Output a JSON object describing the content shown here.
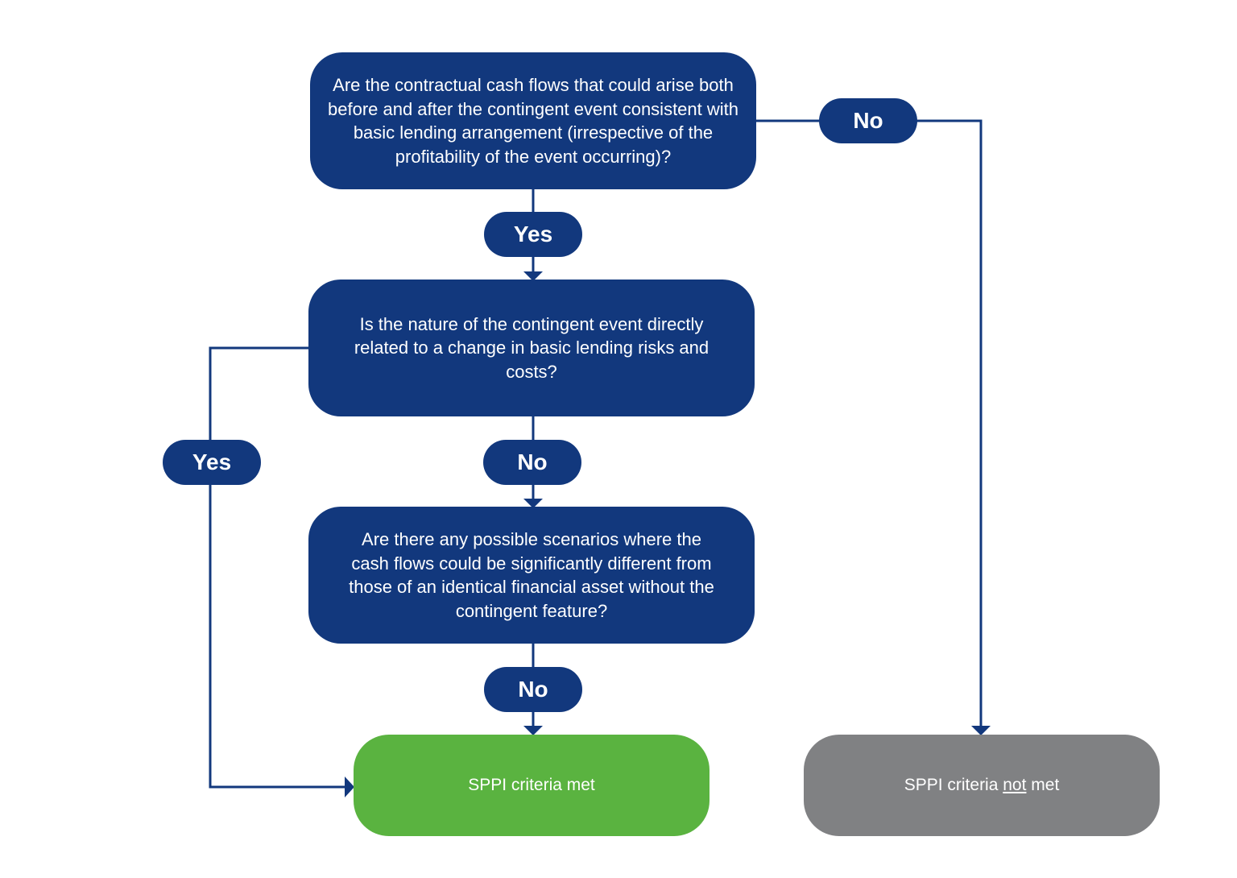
{
  "colors": {
    "node": "#12387d",
    "line": "#12387d",
    "met": "#5ab340",
    "not_met": "#808183",
    "text": "#ffffff"
  },
  "questions": {
    "q1": "Are the contractual cash flows that could arise both before and after the contingent event consistent with basic lending arrangement (irrespective of the profitability of the event occurring)?",
    "q2": "Is the nature of the contingent event directly related to a change in basic lending risks and costs?",
    "q3": "Are there any possible scenarios where the cash flows could be significantly different from those of an identical financial asset without the contingent feature?"
  },
  "edge_labels": {
    "q1_no": "No",
    "q1_yes": "Yes",
    "q2_yes": "Yes",
    "q2_no": "No",
    "q3_no": "No"
  },
  "results": {
    "met": "SPPI criteria met",
    "not_met_prefix": "SPPI criteria ",
    "not_met_emphasis": "not",
    "not_met_suffix": " met"
  }
}
